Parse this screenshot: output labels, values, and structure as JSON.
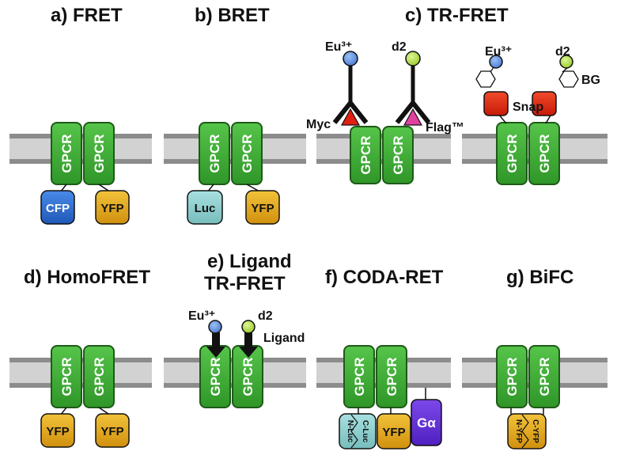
{
  "panels": {
    "a": {
      "title": "a) FRET",
      "protein_1": "CFP",
      "protein_2": "YFP"
    },
    "b": {
      "title": "b) BRET",
      "protein_1": "Luc",
      "protein_2": "YFP"
    },
    "c": {
      "title": "c) TR-FRET",
      "antibody_1_label": "Eu³⁺",
      "antibody_2_label": "d2",
      "tag_1": "Myc",
      "tag_2": "Flag™",
      "snap_label_1": "Eu³⁺",
      "snap_label_2": "d2",
      "snap": "Snap",
      "benzylguanine": "BG"
    },
    "d": {
      "title": "d) HomoFRET",
      "protein_1": "YFP",
      "protein_2": "YFP"
    },
    "e": {
      "title_line1": "e) Ligand",
      "title_line2": "TR-FRET",
      "label_1": "Eu³⁺",
      "label_2": "d2",
      "ligand": "Ligand"
    },
    "f": {
      "title": "f) CODA-RET",
      "nluc": "N-Luc",
      "cluc": "C-Luc",
      "yfp": "YFP",
      "galpha": "Gα"
    },
    "g": {
      "title": "g) BiFC",
      "nyfp": "N-YFP",
      "cyfp": "C-YFP"
    }
  },
  "receptor_label": "GPCR",
  "colors": {
    "membrane_band": "#d2d2d2",
    "membrane_line": "#8c8c8c",
    "gpcr": "#3aa832",
    "gpcr_dark": "#1e6b18",
    "cfp": "#2f6fd0",
    "yfp": "#e0a818",
    "luc": "#8fcfcf",
    "eu_sphere": "#6a9ae0",
    "d2_sphere": "#b6e048",
    "myc_triangle": "#e02010",
    "flag_triangle": "#e040a0",
    "snap": "#e02a10",
    "galpha": "#6a30d8"
  }
}
